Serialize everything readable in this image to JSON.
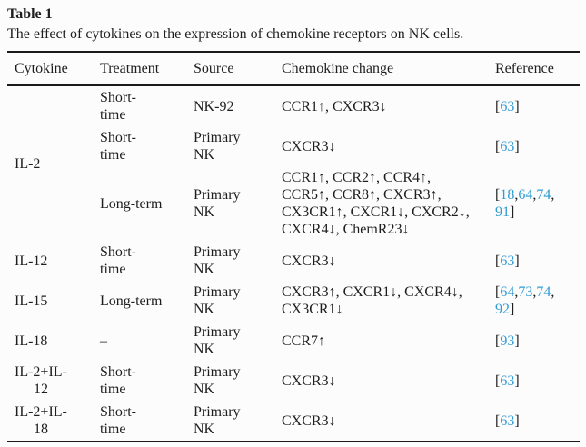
{
  "title": {
    "label": "Table 1",
    "caption": "The effect of cytokines on the expression of chemokine receptors on NK cells."
  },
  "colors": {
    "text": "#1e1e1e",
    "link": "#2e9bd3",
    "rule": "#1a1a1a",
    "background": "#fcfcfc"
  },
  "table": {
    "columns": [
      "Cytokine",
      "Treatment",
      "Source",
      "Chemokine change",
      "Reference"
    ],
    "rows": [
      {
        "cytokine": "IL-2",
        "cytokine_rowspan": 3,
        "treatment": "Short-\ntime",
        "source": "NK-92",
        "chemokine_change": "CCR1↑, CXCR3↓",
        "reference": [
          {
            "t": "[",
            "link": false
          },
          {
            "t": "63",
            "link": true
          },
          {
            "t": "]",
            "link": false
          }
        ]
      },
      {
        "treatment": "Short-\ntime",
        "source": "Primary\nNK",
        "chemokine_change": "CXCR3↓",
        "reference": [
          {
            "t": "[",
            "link": false
          },
          {
            "t": "63",
            "link": true
          },
          {
            "t": "]",
            "link": false
          }
        ]
      },
      {
        "treatment": "Long-term",
        "source": "Primary\nNK",
        "chemokine_change": "CCR1↑, CCR2↑, CCR4↑,\nCCR5↑, CCR8↑, CXCR3↑,\nCX3CR1↑, CXCR1↓, CXCR2↓,\nCXCR4↓, ChemR23↓",
        "reference": [
          {
            "t": "[",
            "link": false
          },
          {
            "t": "18",
            "link": true
          },
          {
            "t": ",",
            "link": false
          },
          {
            "t": "64",
            "link": true
          },
          {
            "t": ",",
            "link": false
          },
          {
            "t": "74",
            "link": true
          },
          {
            "t": ",\n",
            "link": false
          },
          {
            "t": "91",
            "link": true
          },
          {
            "t": "]",
            "link": false
          }
        ]
      },
      {
        "cytokine": "IL-12",
        "treatment": "Short-\ntime",
        "source": "Primary\nNK",
        "chemokine_change": "CXCR3↓",
        "reference": [
          {
            "t": "[",
            "link": false
          },
          {
            "t": "63",
            "link": true
          },
          {
            "t": "]",
            "link": false
          }
        ]
      },
      {
        "cytokine": "IL-15",
        "treatment": "Long-term",
        "source": "Primary\nNK",
        "chemokine_change": "CXCR3↑, CXCR1↓, CXCR4↓,\nCX3CR1↓",
        "reference": [
          {
            "t": "[",
            "link": false
          },
          {
            "t": "64",
            "link": true
          },
          {
            "t": ",",
            "link": false
          },
          {
            "t": "73",
            "link": true
          },
          {
            "t": ",",
            "link": false
          },
          {
            "t": "74",
            "link": true
          },
          {
            "t": ",\n",
            "link": false
          },
          {
            "t": "92",
            "link": true
          },
          {
            "t": "]",
            "link": false
          }
        ]
      },
      {
        "cytokine": "IL-18",
        "treatment": "–",
        "source": "Primary\nNK",
        "chemokine_change": "CCR7↑",
        "reference": [
          {
            "t": "[",
            "link": false
          },
          {
            "t": "93",
            "link": true
          },
          {
            "t": "]",
            "link": false
          }
        ]
      },
      {
        "cytokine": "IL-2+IL-\n12",
        "treatment": "Short-\ntime",
        "source": "Primary\nNK",
        "chemokine_change": "CXCR3↓",
        "reference": [
          {
            "t": "[",
            "link": false
          },
          {
            "t": "63",
            "link": true
          },
          {
            "t": "]",
            "link": false
          }
        ]
      },
      {
        "cytokine": "IL-2+IL-\n18",
        "treatment": "Short-\ntime",
        "source": "Primary\nNK",
        "chemokine_change": "CXCR3↓",
        "reference": [
          {
            "t": "[",
            "link": false
          },
          {
            "t": "63",
            "link": true
          },
          {
            "t": "]",
            "link": false
          }
        ]
      }
    ]
  }
}
